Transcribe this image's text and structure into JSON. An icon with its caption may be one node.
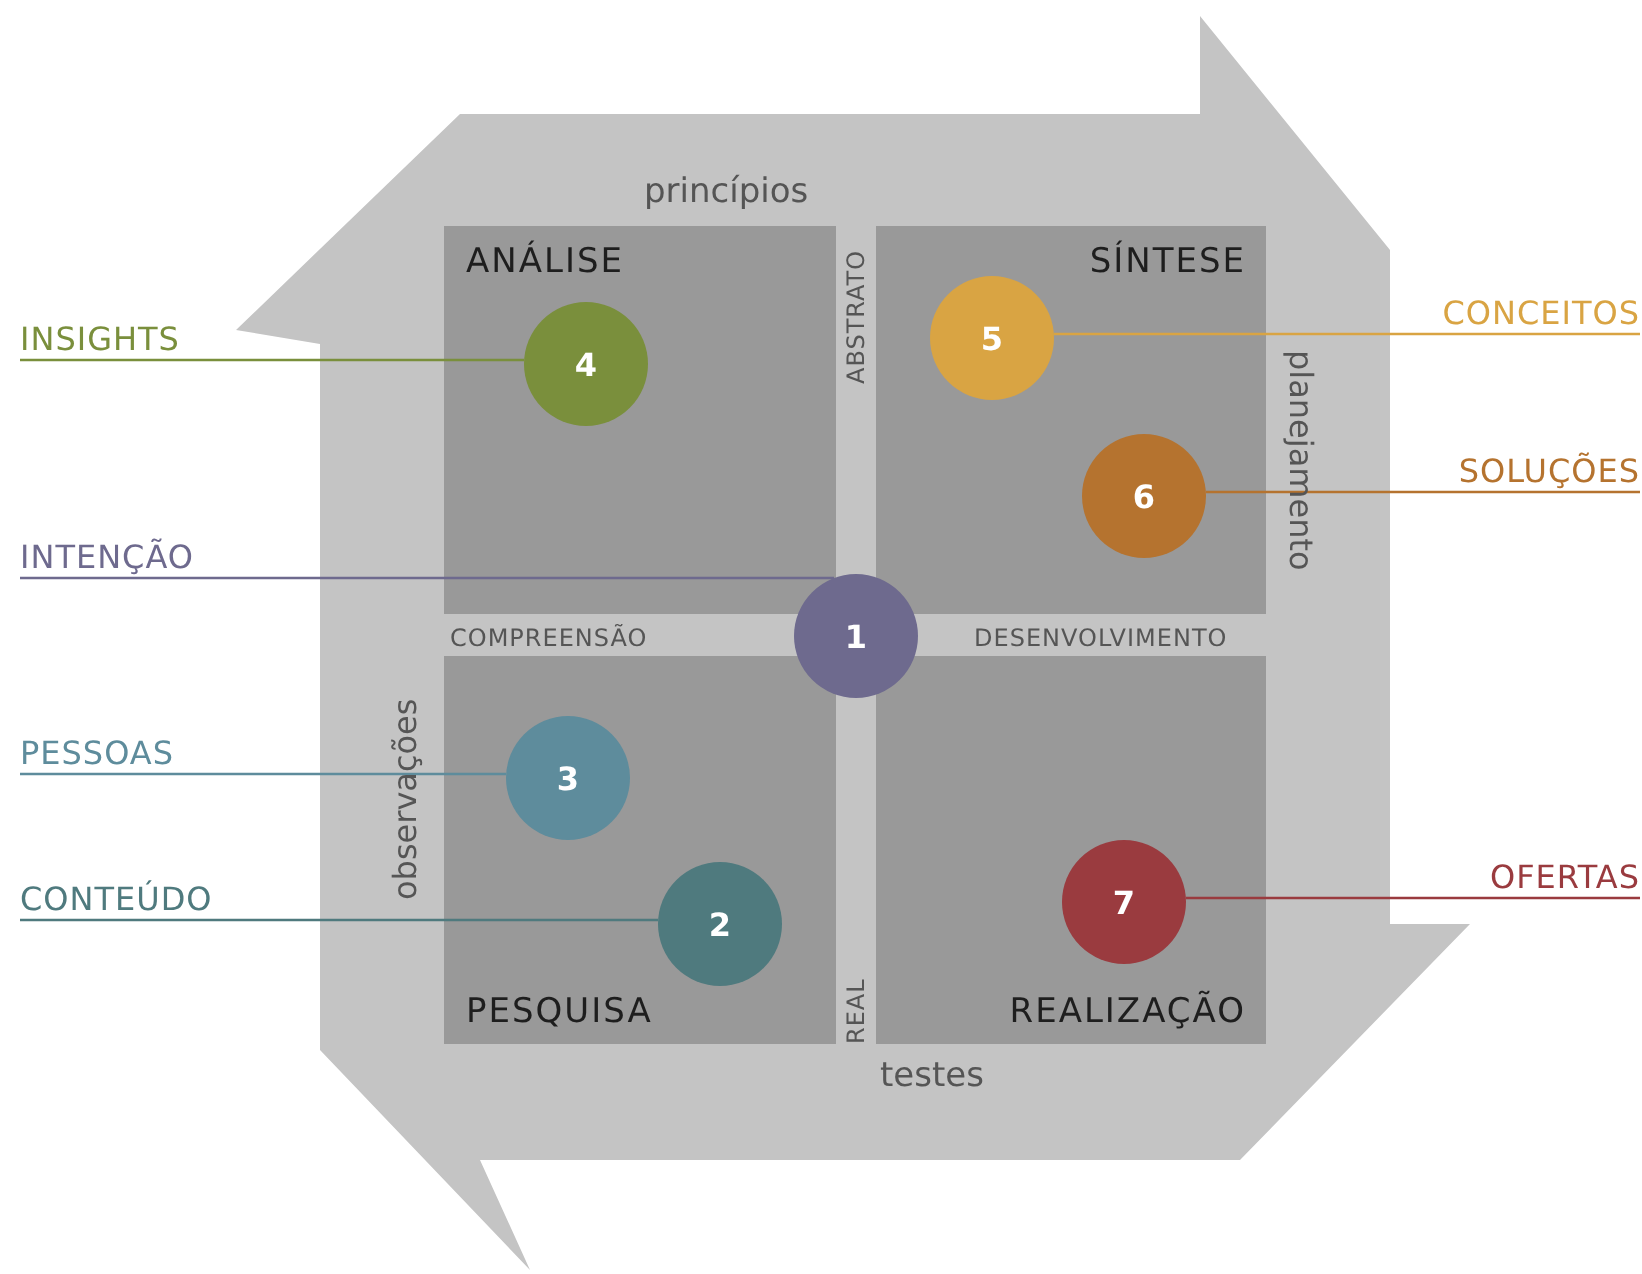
{
  "diagram": {
    "nodes": [
      {
        "text": [
          "ANÁLISE"
        ]
      },
      {
        "text": [
          "4"
        ],
        "in": 0
      },
      {
        "text": [
          "SÍNTESE"
        ]
      },
      {
        "text": [
          "5"
        ],
        "in": 2
      },
      {
        "text": [
          "6"
        ],
        "in": 2
      },
      {
        "text": [
          "1"
        ]
      },
      {
        "text": [
          "PESQUISA"
        ]
      },
      {
        "text": [
          "3"
        ],
        "in": 6
      },
      {
        "text": [
          "2"
        ],
        "in": 6
      },
      {
        "text": [
          "REALIZAÇÃO"
        ]
      },
      {
        "text": [
          "7"
        ],
        "in": 9
      },
      {
        "text": [
          "INSIGHTS"
        ]
      },
      {
        "text": [
          "CONCEITOS"
        ]
      },
      {
        "text": [
          "SOLUÇÕES"
        ]
      },
      {
        "text": [
          "INTENÇÃO"
        ]
      },
      {
        "text": [
          "PESSOAS"
        ]
      },
      {
        "text": [
          "CONTEÚDO"
        ]
      },
      {
        "text": [
          "OFERTAS"
        ]
      }
    ],
    "edges": [
      {
        "from": 11,
        "to": 1,
        "arrow": "none",
        "color": "#7a8f3c"
      },
      {
        "from": 12,
        "to": 3,
        "arrow": "none",
        "color": "#d9a443"
      },
      {
        "from": 13,
        "to": 4,
        "arrow": "none",
        "color": "#b5732f"
      },
      {
        "from": 14,
        "to": 5,
        "arrow": "none",
        "color": "#6e6a8e"
      },
      {
        "from": 15,
        "to": 7,
        "arrow": "none",
        "color": "#5e8c9c"
      },
      {
        "from": 16,
        "to": 8,
        "arrow": "none",
        "color": "#4f7a7e"
      },
      {
        "from": 17,
        "to": 10,
        "arrow": "none",
        "color": "#9a3b3f"
      }
    ],
    "labels": [
      "princípios",
      "ABSTRATO",
      "planejamento",
      "COMPREENSÃO",
      "DESENVOLVIMENTO",
      "observações",
      "REAL",
      "testes"
    ]
  }
}
